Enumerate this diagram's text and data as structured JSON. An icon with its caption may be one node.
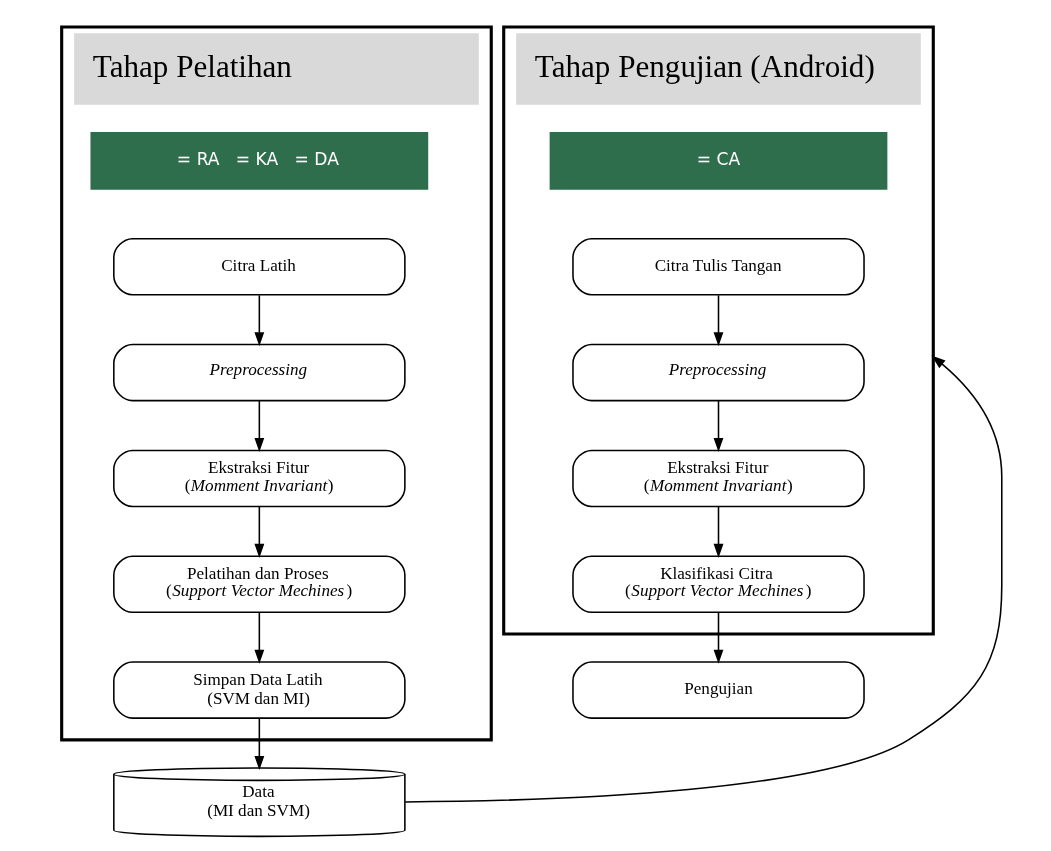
{
  "diagram": {
    "nodes": [
      {
        "text": [
          "Tahap Pelatihan"
        ]
      },
      {
        "text": [
          "= RA",
          "= KA",
          "= DA"
        ],
        "in": 0
      },
      {
        "text": [
          "Citra Latih"
        ],
        "in": 0
      },
      {
        "text": [
          "Preprocessing"
        ],
        "in": 0
      },
      {
        "text": [
          "Ekstraksi Fitur",
          "(*Momment Invariant*)"
        ],
        "in": 0
      },
      {
        "text": [
          "Pelatihan dan Proses",
          "(*Support Vector Mechines*)"
        ],
        "in": 0
      },
      {
        "text": [
          "Simpan Data Latih",
          "(SVM dan MI)"
        ],
        "in": 0
      },
      {
        "text": [
          "Tahap Pengujian (Android)"
        ]
      },
      {
        "text": [
          "= CA"
        ],
        "in": 7
      },
      {
        "text": [
          "Citra Tulis Tangan"
        ],
        "in": 7
      },
      {
        "text": [
          "Preprocessing"
        ],
        "in": 7
      },
      {
        "text": [
          "Ekstraksi Fitur",
          "(*Momment Invariant*)"
        ],
        "in": 7
      },
      {
        "text": [
          "Klasifikasi Citra",
          "(*Support Vector Mechines*)"
        ],
        "in": 7
      },
      {
        "text": [
          "Data",
          "(MI dan SVM)"
        ]
      },
      {
        "text": [
          "Pengujian"
        ]
      }
    ],
    "edges": [
      {
        "from": 2,
        "to": 3,
        "arrow": "to"
      },
      {
        "from": 3,
        "to": 4,
        "arrow": "to"
      },
      {
        "from": 4,
        "to": 5,
        "arrow": "to"
      },
      {
        "from": 5,
        "to": 6,
        "arrow": "to"
      },
      {
        "from": 6,
        "to": 13,
        "arrow": "to"
      },
      {
        "from": 13,
        "to": 7,
        "arrow": "to"
      },
      {
        "from": 9,
        "to": 10,
        "arrow": "to"
      },
      {
        "from": 10,
        "to": 11,
        "arrow": "to"
      },
      {
        "from": 11,
        "to": 12,
        "arrow": "to"
      },
      {
        "from": 12,
        "to": 14,
        "arrow": "to"
      }
    ]
  }
}
